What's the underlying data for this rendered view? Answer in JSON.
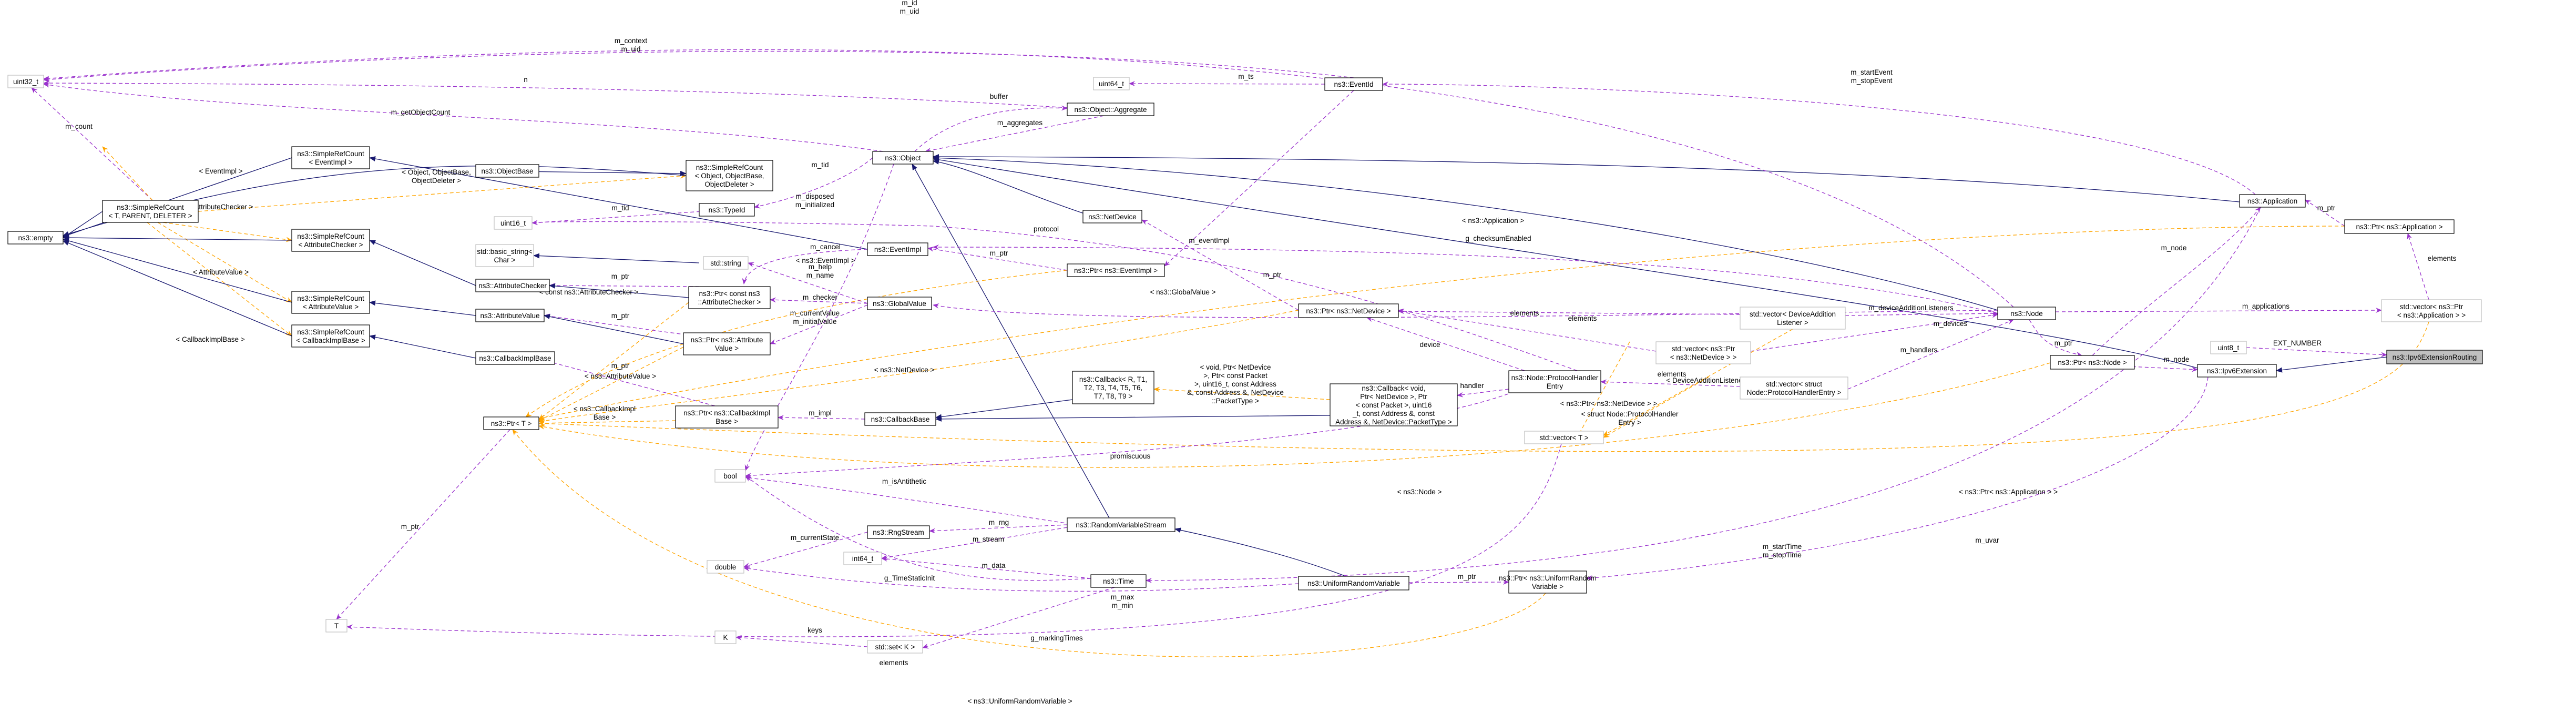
{
  "diagram": {
    "nodes": {
      "ipv6ext": {
        "label": [
          "ns3::Ipv6ExtensionRouting"
        ],
        "style": "focus"
      },
      "uint8": {
        "label": [
          "uint8_t"
        ],
        "style": "gray"
      },
      "ipv6extension": {
        "label": [
          "ns3::Ipv6Extension"
        ],
        "style": "normal"
      },
      "node": {
        "label": [
          "ns3::Node"
        ],
        "style": "normal"
      },
      "ptrnode": {
        "label": [
          "ns3::Ptr< ns3::Node >"
        ],
        "style": "normal"
      },
      "ptruniform": {
        "label": [
          "ns3::Ptr< ns3::UniformRandom",
          "Variable >"
        ],
        "style": "normal"
      },
      "uniform": {
        "label": [
          "ns3::UniformRandomVariable"
        ],
        "style": "normal"
      },
      "rvs": {
        "label": [
          "ns3::RandomVariableStream"
        ],
        "style": "normal"
      },
      "object": {
        "label": [
          "ns3::Object"
        ],
        "style": "normal"
      },
      "aggregate": {
        "label": [
          "ns3::Object::Aggregate"
        ],
        "style": "normal"
      },
      "eventid": {
        "label": [
          "ns3::EventId"
        ],
        "style": "normal"
      },
      "application": {
        "label": [
          "ns3::Application"
        ],
        "style": "normal"
      },
      "ptrapp": {
        "label": [
          "ns3::Ptr< ns3::Application >"
        ],
        "style": "normal"
      },
      "vecptrapp": {
        "label": [
          "std::vector< ns3::Ptr",
          "< ns3::Application > >"
        ],
        "style": "gray"
      },
      "vecdal": {
        "label": [
          "std::vector< DeviceAddition",
          "Listener >"
        ],
        "style": "gray"
      },
      "vecptrnd": {
        "label": [
          "std::vector< ns3::Ptr",
          "< ns3::NetDevice > >"
        ],
        "style": "gray"
      },
      "vecphe": {
        "label": [
          "std::vector< struct",
          "Node::ProtocolHandlerEntry >"
        ],
        "style": "gray"
      },
      "vecT": {
        "label": [
          "std::vector< T >"
        ],
        "style": "gray"
      },
      "phe": {
        "label": [
          "ns3::Node::ProtocolHandler",
          "Entry"
        ],
        "style": "normal"
      },
      "ptrnd": {
        "label": [
          "ns3::Ptr< ns3::NetDevice >"
        ],
        "style": "normal"
      },
      "netdevice": {
        "label": [
          "ns3::NetDevice"
        ],
        "style": "normal"
      },
      "callbackbig": {
        "label": [
          "ns3::Callback< void,",
          "Ptr< NetDevice >, Ptr",
          "< const Packet >, uint16",
          "_t, const Address &, const",
          "Address &, NetDevice::PacketType >"
        ],
        "style": "normal"
      },
      "callbacktpl": {
        "label": [
          "ns3::Callback< R, T1,",
          "T2, T3, T4, T5, T6,",
          "T7, T8, T9 >"
        ],
        "style": "normal"
      },
      "callbackbase": {
        "label": [
          "ns3::CallbackBase"
        ],
        "style": "normal"
      },
      "ptrcbimpl": {
        "label": [
          "ns3::Ptr< ns3::CallbackImpl",
          "Base >"
        ],
        "style": "normal"
      },
      "ptrT": {
        "label": [
          "ns3::Ptr< T >"
        ],
        "style": "normal"
      },
      "T": {
        "label": [
          "T"
        ],
        "style": "gray"
      },
      "bool": {
        "label": [
          "bool"
        ],
        "style": "gray"
      },
      "double": {
        "label": [
          "double"
        ],
        "style": "gray"
      },
      "rngstream": {
        "label": [
          "ns3::RngStream"
        ],
        "style": "normal"
      },
      "int64": {
        "label": [
          "int64_t"
        ],
        "style": "gray"
      },
      "time": {
        "label": [
          "ns3::Time"
        ],
        "style": "normal"
      },
      "K": {
        "label": [
          "K"
        ],
        "style": "gray"
      },
      "setK": {
        "label": [
          "std::set< K >"
        ],
        "style": "gray"
      },
      "globalvalue": {
        "label": [
          "ns3::GlobalValue"
        ],
        "style": "normal"
      },
      "ptrattrval": {
        "label": [
          "ns3::Ptr< ns3::Attribute",
          "Value >"
        ],
        "style": "normal"
      },
      "ptrattrchk": {
        "label": [
          "ns3::Ptr< const ns3",
          "::AttributeChecker >"
        ],
        "style": "normal"
      },
      "string": {
        "label": [
          "std::string"
        ],
        "style": "gray"
      },
      "basicstring": {
        "label": [
          "std::basic_string<",
          "Char >"
        ],
        "style": "gray"
      },
      "eventimpl": {
        "label": [
          "ns3::EventImpl"
        ],
        "style": "normal"
      },
      "ptreventimpl": {
        "label": [
          "ns3::Ptr< ns3::EventImpl >"
        ],
        "style": "normal"
      },
      "uint64": {
        "label": [
          "uint64_t"
        ],
        "style": "gray"
      },
      "uint32": {
        "label": [
          "uint32_t"
        ],
        "style": "gray"
      },
      "uint16": {
        "label": [
          "uint16_t"
        ],
        "style": "gray"
      },
      "typeid": {
        "label": [
          "ns3::TypeId"
        ],
        "style": "normal"
      },
      "srcobj": {
        "label": [
          "ns3::SimpleRefCount",
          "< Object, ObjectBase,",
          "ObjectDeleter >"
        ],
        "style": "normal"
      },
      "objectbase": {
        "label": [
          "ns3::ObjectBase"
        ],
        "style": "normal"
      },
      "srceventimpl": {
        "label": [
          "ns3::SimpleRefCount",
          "< EventImpl >"
        ],
        "style": "normal"
      },
      "srctpl": {
        "label": [
          "ns3::SimpleRefCount",
          "< T, PARENT, DELETER >"
        ],
        "style": "normal"
      },
      "empty": {
        "label": [
          "ns3::empty"
        ],
        "style": "normal"
      },
      "srcattrchk": {
        "label": [
          "ns3::SimpleRefCount",
          "< AttributeChecker >"
        ],
        "style": "normal"
      },
      "srcattrval": {
        "label": [
          "ns3::SimpleRefCount",
          "< AttributeValue >"
        ],
        "style": "normal"
      },
      "srccbimpl": {
        "label": [
          "ns3::SimpleRefCount",
          "< CallbackImplBase >"
        ],
        "style": "normal"
      },
      "attrchecker": {
        "label": [
          "ns3::AttributeChecker"
        ],
        "style": "normal"
      },
      "attrvalue": {
        "label": [
          "ns3::AttributeValue"
        ],
        "style": "normal"
      },
      "cbimplbase": {
        "label": [
          "ns3::CallbackImplBase"
        ],
        "style": "normal"
      }
    },
    "edge_labels": {
      "ext_number": "EXT_NUMBER",
      "m_node_ext": "m_node",
      "m_node_app": "m_node",
      "m_ptr_node": "m_ptr",
      "m_ptr_uniform": "m_ptr",
      "m_ptr_app": "m_ptr",
      "m_uvar": "m_uvar",
      "m_applications": "m_applications",
      "elements_app": "elements",
      "elements_nd": "elements",
      "elements_phe": "elements",
      "elements_T": "elements",
      "m_devices": "m_devices",
      "m_handlers": "m_handlers",
      "m_dal": "m_deviceAdditionListeners",
      "dal_tpl": "< DeviceAdditionListener >",
      "struct_phe": "< struct Node::ProtocolHandler\nEntry >",
      "tpl_ptrnd_vec": "< ns3::Ptr< ns3::NetDevice > >",
      "tpl_ptrapp_vec": "< ns3::Ptr< ns3::Application > >",
      "device": "device",
      "handler": "handler",
      "promiscuous": "promiscuous",
      "m_impl": "m_impl",
      "m_ptr_cb": "m_ptr",
      "tpl_cbimpl": "< ns3::CallbackImpl\nBase >",
      "tpl_attrval": "< ns3::AttributeValue >",
      "tpl_attrchk": "< const ns3::AttributeChecker >",
      "tpl_nd": "< ns3::NetDevice >",
      "tpl_node": "< ns3::Node >",
      "tpl_app": "< ns3::Application >",
      "tpl_uniform": "< ns3::UniformRandomVariable >",
      "tpl_eventimpl": "< ns3::EventImpl >",
      "tpl_cbbig": "< void, Ptr< NetDevice\n>, Ptr< const Packet\n>, uint16_t, const Address\n&, const Address &, NetDevice\n::PacketType >",
      "m_ptr_T": "m_ptr",
      "m_isAntithetic": "m_isAntithetic",
      "m_rng": "m_rng",
      "m_stream": "m_stream",
      "m_data": "m_data",
      "m_currentState": "m_currentState",
      "g_timeStaticInit": "g_TimeStaticInit",
      "m_max_min": "m_max\nm_min",
      "keys": "keys",
      "g_markingTimes": "g_markingTimes",
      "m_startTime": "m_startTime\nm_stopTime",
      "m_startEvent": "m_startEvent\nm_stopEvent",
      "m_eventImpl": "m_eventImpl",
      "m_ts": "m_ts",
      "m_id_uid": "m_id\nm_uid",
      "m_context": "m_context\nm_uid",
      "m_aggregates": "m_aggregates",
      "buffer": "buffer",
      "m_getObjectCount": "m_getObjectCount",
      "n": "n",
      "m_count": "m_count",
      "m_tid": "m_tid",
      "m_tid2": "m_tid",
      "m_disposed": "m_disposed\nm_initialized",
      "protocol": "protocol",
      "m_ptr_ndp": "m_ptr",
      "m_ptr_eimpl": "m_ptr",
      "m_cancel": "m_cancel",
      "m_help": "m_help\nm_name",
      "m_checker": "m_checker",
      "m_currentValue": "m_currentValue\nm_initialValue",
      "g_checksum": "g_checksumEnabled",
      "m_ptr_av": "m_ptr",
      "m_ptr_ac": "m_ptr",
      "m_ptr_cbib": "m_ptr",
      "tpl_eventimpl2": "< EventImpl >",
      "tpl_attrchecker": "< AttributeChecker >",
      "tpl_attrvalue": "< AttributeValue >",
      "tpl_cbimplbase": "< CallbackImplBase >",
      "tpl_objbase": "< Object, ObjectBase,\nObjectDeleter >",
      "tpl_globalvalue": "< ns3::GlobalValue >"
    },
    "colors": {
      "inheritance": "#191970",
      "usage": "#9a32cd",
      "template": "#ffa500",
      "focus_fill": "#bfbfbf"
    }
  }
}
